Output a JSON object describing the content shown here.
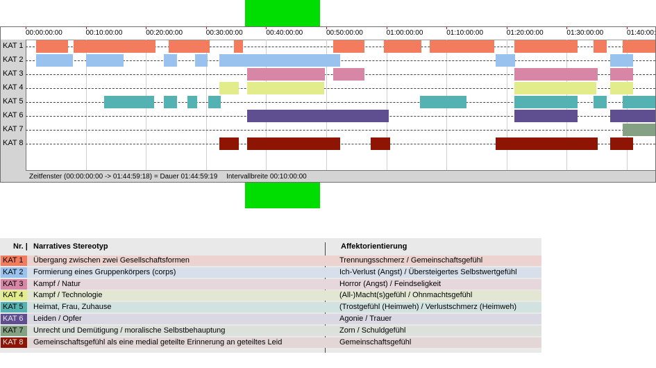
{
  "timeline": {
    "ticks": [
      "00:00:00:00",
      "00:10:00:00",
      "00:20:00:00",
      "00:30:00:00",
      "00:40:00:00",
      "00:50:00:00",
      "01:00:00:00",
      "01:10:00:00",
      "01:20:00:00",
      "01:30:00:00",
      "01:40:00:"
    ],
    "tracks": [
      {
        "label": "KAT 1",
        "color": "#f37b5e",
        "segments": [
          [
            1.7,
            7
          ],
          [
            8,
            21.6
          ],
          [
            23.8,
            30.6
          ],
          [
            34.6,
            36.2
          ],
          [
            51.2,
            56.4
          ],
          [
            59.6,
            65.8
          ],
          [
            67.2,
            77.9
          ],
          [
            81.3,
            91.8
          ],
          [
            94.5,
            96.6
          ],
          [
            99.3,
            104.9
          ]
        ]
      },
      {
        "label": "KAT 2",
        "color": "#99c2ee",
        "segments": [
          [
            1.7,
            7.8
          ],
          [
            10.1,
            16.3
          ],
          [
            23,
            25.2
          ],
          [
            28.2,
            30.2
          ],
          [
            32.2,
            52.3
          ],
          [
            78.2,
            81.4
          ],
          [
            97.2,
            101
          ]
        ]
      },
      {
        "label": "KAT 3",
        "color": "#d786a6",
        "segments": [
          [
            36.8,
            49.8
          ],
          [
            51.2,
            56.4
          ],
          [
            81.3,
            95.1
          ],
          [
            97.2,
            101
          ]
        ]
      },
      {
        "label": "KAT 4",
        "color": "#e2ec8b",
        "segments": [
          [
            32.2,
            35.5
          ],
          [
            36.8,
            49.6
          ],
          [
            81.3,
            94.9
          ],
          [
            97.2,
            101
          ]
        ]
      },
      {
        "label": "KAT 5",
        "color": "#55b2b2",
        "segments": [
          [
            13.1,
            21.4
          ],
          [
            23,
            25.2
          ],
          [
            26.9,
            28.5
          ],
          [
            30.4,
            32.4
          ],
          [
            65.6,
            73.3
          ],
          [
            81.3,
            91.8
          ],
          [
            94.5,
            96.6
          ],
          [
            99.3,
            104.9
          ]
        ]
      },
      {
        "label": "KAT 6",
        "color": "#5f4f90",
        "segments": [
          [
            36.8,
            60.4
          ],
          [
            81.3,
            91.8
          ],
          [
            97.2,
            104.9
          ]
        ]
      },
      {
        "label": "KAT 7",
        "color": "#84a283",
        "segments": [
          [
            99.3,
            104.9
          ]
        ]
      },
      {
        "label": "KAT 8",
        "color": "#8e1404",
        "segments": [
          [
            32.2,
            35.5
          ],
          [
            36.8,
            52.3
          ],
          [
            57.4,
            60.6
          ],
          [
            78.2,
            95.1
          ],
          [
            97.2,
            101
          ]
        ]
      }
    ]
  },
  "status": {
    "zeitfenster": "Zeitfenster (00:00:00:00 -> 01:44:59:18) = Dauer 01:44:59:19",
    "intervall": "Intervallbreite 00:10:00:00"
  },
  "legend": {
    "head_nr": "Nr. |",
    "head_stereotyp": "Narratives Stereotyp",
    "head_affekt": "Affektorientierung",
    "rows": [
      {
        "nr": "KAT 1",
        "nr_color": "#f37b5e",
        "band": "#ecd3cf",
        "stereotyp": "Übergang zwischen zwei Gesellschaftsformen",
        "affekt": "Trennungsschmerz / Gemeinschaftsgefühl"
      },
      {
        "nr": "KAT 2",
        "nr_color": "#99c2ee",
        "band": "#d7e0ea",
        "stereotyp": "Formierung eines Gruppenkörpers (corps)",
        "affekt": "Ich-Verlust (Angst) / Übersteigertes Selbstwertgefühl"
      },
      {
        "nr": "KAT 3",
        "nr_color": "#d786a6",
        "band": "#e6d7dd",
        "stereotyp": "Kampf / Natur",
        "affekt": "Horror (Angst) / Feindseligkeit"
      },
      {
        "nr": "KAT 4",
        "nr_color": "#e2ec8b",
        "band": "#e3e6d2",
        "stereotyp": "Kampf / Technologie",
        "affekt": "(All-)Macht(s)gefühl / Ohnmachtsgefühl"
      },
      {
        "nr": "KAT 5",
        "nr_color": "#55b2b2",
        "band": "#d2e2e1",
        "stereotyp": "Heimat, Frau, Zuhause",
        "affekt": "(Trostgefühl (Heimweh) / Verlustschmerz (Heimweh)"
      },
      {
        "nr": "KAT 6",
        "nr_color": "#5f4f90",
        "band": "#dad8e3",
        "stereotyp": "Leiden / Opfer",
        "affekt": "Agonie / Trauer"
      },
      {
        "nr": "KAT 7",
        "nr_color": "#84a283",
        "band": "#dce1db",
        "stereotyp": "Unrecht und Demütigung / moralische Selbstbehauptung",
        "affekt": "Zorn / Schuldgefühl"
      },
      {
        "nr": "KAT 8",
        "nr_color": "#8e1404",
        "band": "#e3d6d6",
        "stereotyp": "Gemeinschaftsgefühl als eine medial geteilte Erinnerung an geteiltes Leid",
        "affekt": "Gemeinschaftsgefühl"
      }
    ]
  }
}
